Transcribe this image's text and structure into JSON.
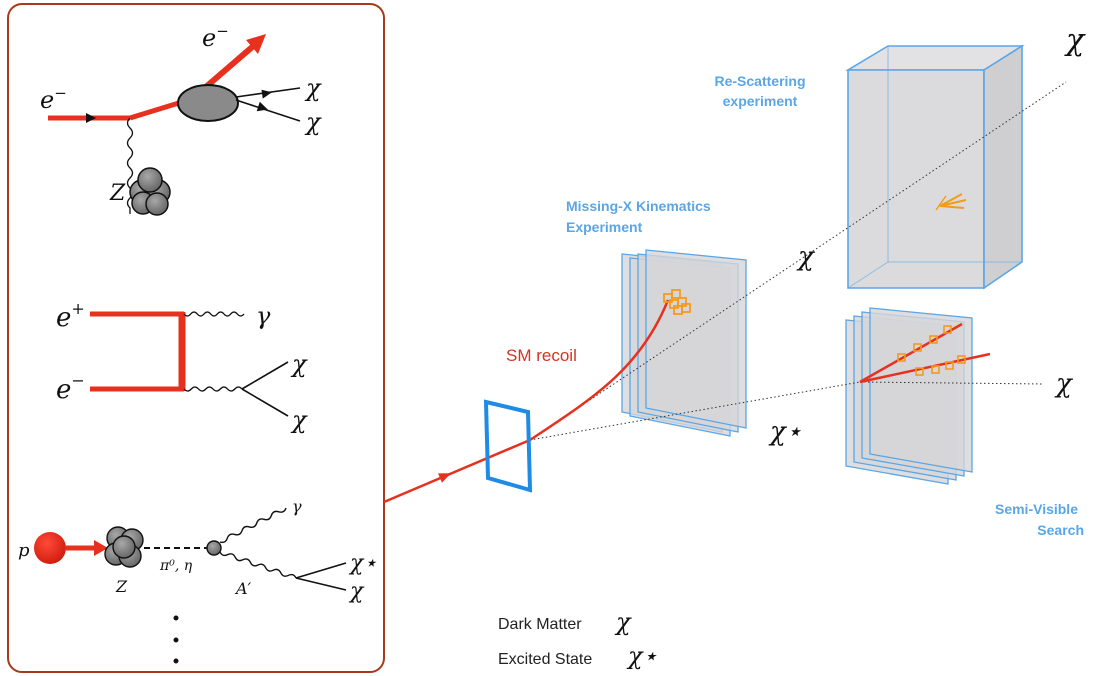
{
  "feynman_panel": {
    "diagram1": {
      "in_electron": "e",
      "in_charge": "−",
      "out_electron": "e",
      "out_charge": "−",
      "chi_top": "χ",
      "chi_bottom": "χ",
      "nucleus": "Z"
    },
    "diagram2": {
      "positron": "e",
      "positron_charge": "+",
      "electron": "e",
      "electron_charge": "−",
      "photon": "γ",
      "chi_top": "χ",
      "chi_bottom": "χ"
    },
    "diagram3": {
      "proton": "p",
      "nucleus": "Z",
      "meson": "π⁰, η",
      "photon": "γ",
      "dark_photon": "A′",
      "chi_star": "χ⋆",
      "chi": "χ"
    }
  },
  "experiments": {
    "missing_x_line1": "Missing-X Kinematics",
    "missing_x_line2": "Experiment",
    "rescattering_line1": "Re-Scattering",
    "rescattering_line2": "experiment",
    "semivisible_line1": "Semi-Visible",
    "semivisible_line2": "Search"
  },
  "tracks": {
    "sm_recoil": "SM recoil",
    "chi_far_top": "χ",
    "chi_middle": "χ",
    "chi_right": "χ",
    "chi_star": "χ⋆"
  },
  "legend": {
    "dark_matter_label": "Dark Matter",
    "dark_matter_symbol": "χ",
    "excited_state_label": "Excited State",
    "excited_state_symbol": "χ⋆"
  },
  "colors": {
    "beam": "#e8301e",
    "detector_blue": "#5aa6e6",
    "panel_border": "#a8391c",
    "hit_orange": "#f59a1b"
  }
}
